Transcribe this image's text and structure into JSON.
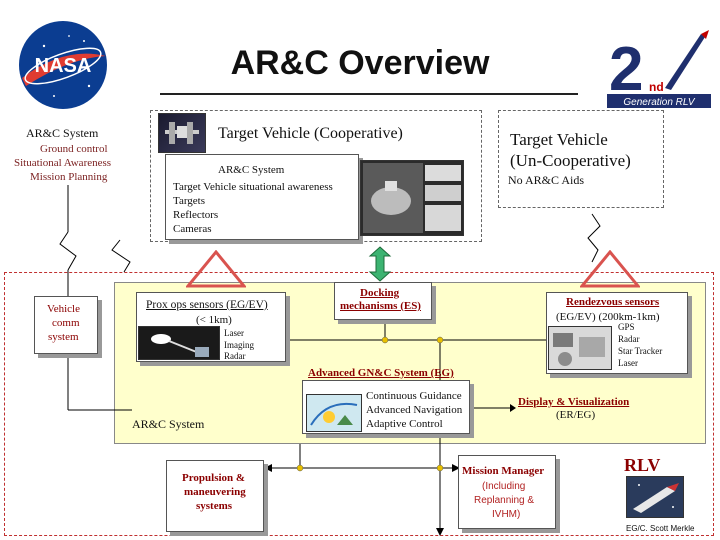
{
  "slide": {
    "title": "AR&C Overview",
    "footer": "EG/C. Scott Merkle"
  },
  "logos": {
    "nasa_text": "NASA",
    "gen_number": "2",
    "gen_suffix": "nd",
    "gen_text": "Generation RLV"
  },
  "left_panel": {
    "heading": "AR&C System",
    "lines": [
      "Ground control",
      "Situational Awareness",
      "Mission Planning"
    ]
  },
  "target_coop": {
    "title": "Target Vehicle (Cooperative)",
    "heading": "AR&C System",
    "lines": [
      "Target Vehicle situational awareness",
      "Targets",
      "Reflectors",
      "Cameras"
    ]
  },
  "target_uncoop": {
    "title_line1": "Target Vehicle",
    "title_line2": "(Un-Cooperative)",
    "note": "No AR&C Aids"
  },
  "vehicle_comm": {
    "lines": [
      "Vehicle",
      "comm",
      "system"
    ]
  },
  "prox_ops": {
    "title": "Prox ops sensors (EG/EV)",
    "range": "(< 1km)",
    "items": [
      "Laser",
      "Imaging",
      "Radar"
    ]
  },
  "docking": {
    "line1": "Docking",
    "line2": "mechanisms (ES)"
  },
  "rendezvous": {
    "title": "Rendezvous sensors",
    "subtitle": "(EG/EV)   (200km-1km)",
    "items": [
      "GPS",
      "Radar",
      "Star Tracker",
      "Laser"
    ]
  },
  "gnc": {
    "title": "Advanced GN&C System (EG)",
    "items": [
      "Continuous Guidance",
      "Advanced Navigation",
      "Adaptive Control"
    ]
  },
  "arc_system_label": "AR&C System",
  "display": {
    "title": "Display & Visualization",
    "subtitle": "(ER/EG)"
  },
  "propulsion": {
    "lines": [
      "Propulsion &",
      "maneuvering",
      "systems"
    ]
  },
  "mission_manager": {
    "title": "Mission Manager",
    "lines": [
      "(Including",
      "Replanning &",
      "IVHM)"
    ]
  },
  "rlv_label": "RLV",
  "colors": {
    "yellow_region": "#ffffcc",
    "maroon_text": "#7a1f1f",
    "red_text": "#b22222",
    "arrow_green": "#3cb371",
    "arrow_red": "#d9534f",
    "node_yellow": "#e8c000"
  }
}
